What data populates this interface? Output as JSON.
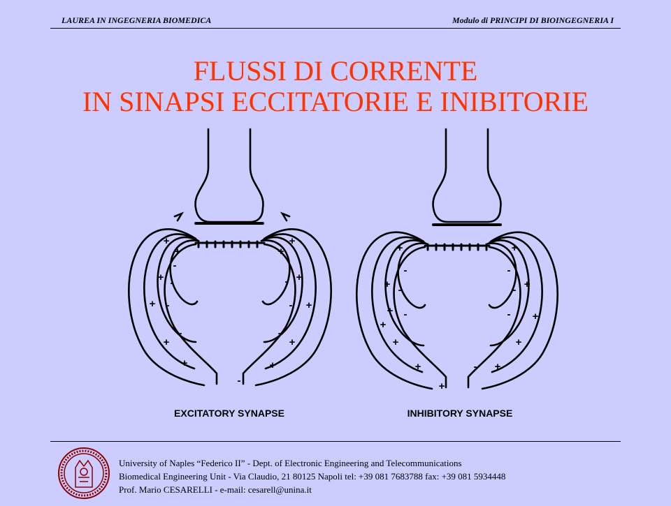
{
  "header": {
    "left": "LAUREA IN INGEGNERIA BIOMEDICA",
    "right": "Modulo di  PRINCIPI DI BIOINGEGNERIA  I"
  },
  "title": {
    "line1": "FLUSSI DI CORRENTE",
    "line2": "IN SINAPSI ECCITATORIE E INIBITORIE"
  },
  "figure": {
    "left_caption": "EXCITATORY SYNAPSE",
    "right_caption": "INHIBITORY SYNAPSE",
    "plus": "+",
    "minus": "-"
  },
  "footer": {
    "line1": "University of Naples “Federico II” - Dept. of Electronic Engineering and Telecommunications",
    "line2": "Biomedical Engineering Unit - Via Claudio, 21  80125 Napoli  tel: +39 081 7683788   fax: +39 081 5934448",
    "line3": "Prof. Mario CESARELLI - e-mail: cesarell@unina.it"
  },
  "colors": {
    "background": "#ccccff",
    "title": "#ff3300"
  }
}
